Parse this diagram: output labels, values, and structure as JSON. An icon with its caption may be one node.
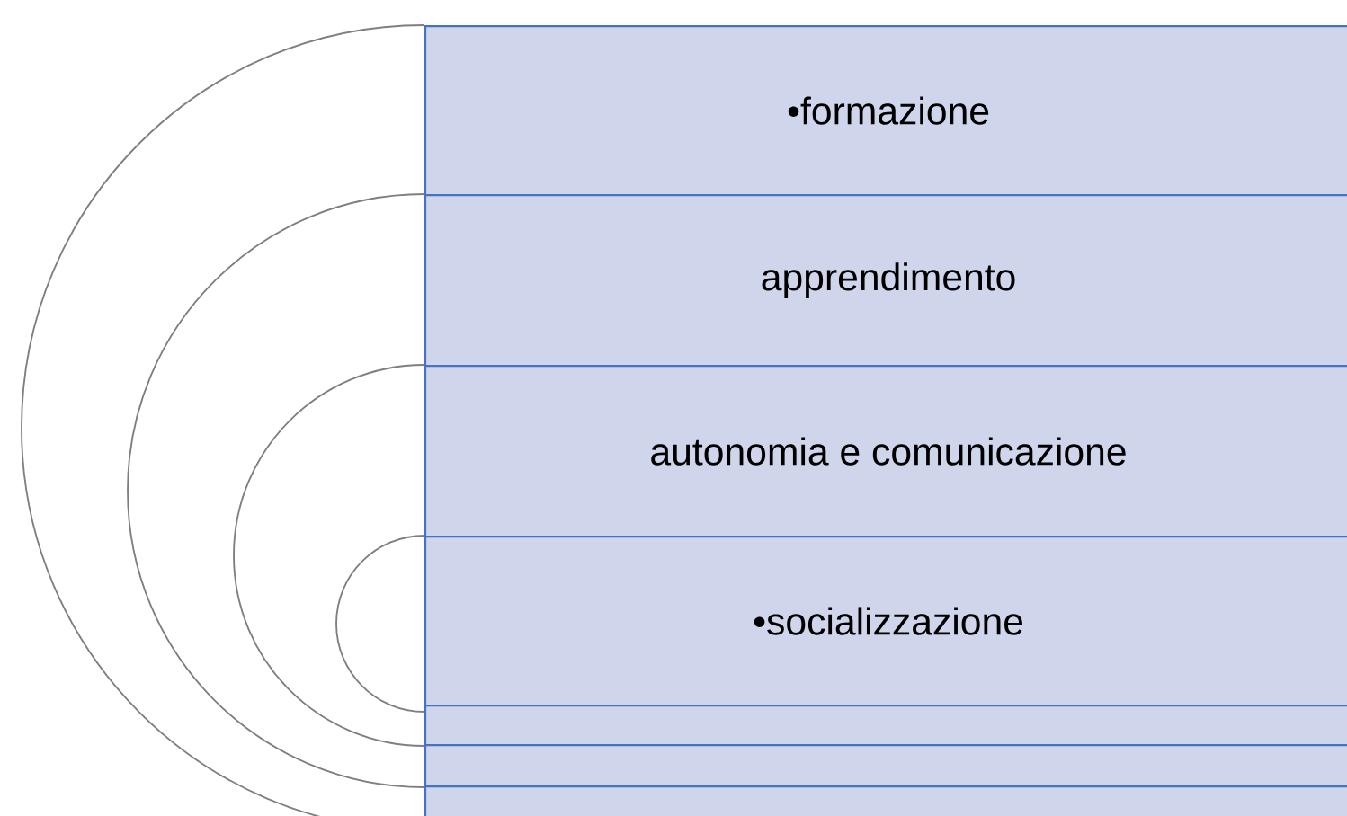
{
  "diagram": {
    "nodes": [
      {
        "text": [
          "•formazione"
        ]
      },
      {
        "text": [
          "apprendimento"
        ]
      },
      {
        "text": [
          "autonomia e comunicazione"
        ]
      },
      {
        "text": [
          "•socializzazione"
        ]
      },
      {
        "text": [],
        "shape": "box"
      },
      {
        "text": [],
        "shape": "box"
      },
      {
        "text": [],
        "shape": "box"
      }
    ]
  }
}
